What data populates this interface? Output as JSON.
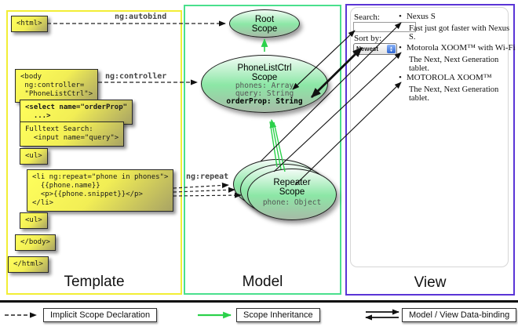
{
  "columns": {
    "template": {
      "label": "Template"
    },
    "model": {
      "label": "Model"
    },
    "view": {
      "label": "View"
    }
  },
  "template": {
    "boxes": {
      "html_open": "<html>",
      "body_open": "<body\n ng:controller=\n \"PhoneListCtrl\">",
      "select": "<select name=\"orderProp\"\n  ...>",
      "fulltext": "Fulltext Search:\n  <input name=\"query\">",
      "ul_open": "<ul>",
      "li_repeat": "<li ng:repeat=\"phone in phones\">\n  {{phone.name}}\n  <p>{{phone.snippet}}</p>\n</li>",
      "ul_close": "<ul>",
      "body_close": "</body>",
      "html_close": "</html>"
    },
    "arrow_labels": {
      "autobind": "ng:autobind",
      "controller": "ng:controller",
      "repeat": "ng:repeat"
    }
  },
  "model": {
    "root_scope": {
      "title": "Root\nScope"
    },
    "phonelist_scope": {
      "title": "PhoneListCtrl\nScope",
      "props": [
        "phones: Array",
        "query: String",
        "orderProp: String"
      ]
    },
    "repeater_scope": {
      "title": "Repeater\nScope",
      "prop": "phone: Object"
    }
  },
  "view": {
    "search_label": "Search:",
    "sort_label": "Sort by:",
    "sort_value": "Newest",
    "items": [
      {
        "name": "Nexus S",
        "desc": "Fast just got faster with Nexus S."
      },
      {
        "name": "Motorola XOOM™ with Wi-Fi",
        "desc": "The Next, Next Generation tablet."
      },
      {
        "name": "MOTOROLA XOOM™",
        "desc": "The Next, Next Generation tablet."
      }
    ]
  },
  "legend": [
    {
      "label": "Implicit Scope Declaration",
      "type": "dashed-arrow"
    },
    {
      "label": "Scope Inheritance",
      "type": "green-arrow"
    },
    {
      "label": "Model / View Data-binding",
      "type": "double-arrow"
    }
  ],
  "icons": {
    "sort_stepper_up": "▲",
    "sort_stepper_down": "▼",
    "bullet": "•"
  },
  "colors": {
    "template_border": "#f2ee35",
    "model_border": "#4ae08d",
    "view_border": "#5a35d6",
    "code_box_yellow": "#f2ee55",
    "scope_green": "#8ce7a6",
    "inheritance_arrow": "#2bd14b",
    "binding_arrow": "#111111"
  }
}
